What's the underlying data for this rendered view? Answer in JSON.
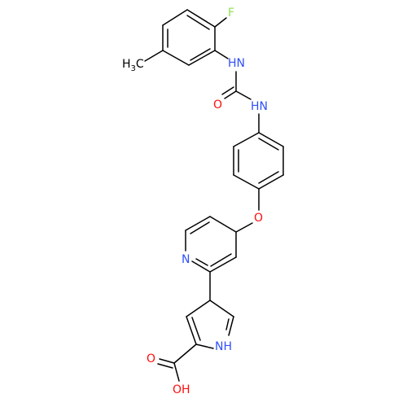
{
  "colors": {
    "bond": "#000000",
    "nitrogen": "#3050f8",
    "oxygen": "#ff0d0d",
    "fluorine": "#90e050",
    "carbon_label": "#000000"
  },
  "labels": {
    "fluorine": "F",
    "methyl_main": "H",
    "methyl_sub": "3",
    "methyl_c": "C",
    "urea_nh_top": "HN",
    "urea_o": "O",
    "urea_nh_bottom": "HN",
    "ether_o": "O",
    "pyridine_n": "N",
    "pyrrole_nh": "NH",
    "acid_o": "O",
    "acid_oh": "OH"
  }
}
